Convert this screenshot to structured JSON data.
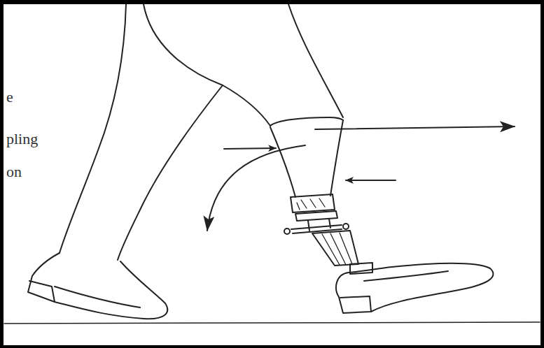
{
  "diagram": {
    "labels": [
      "e",
      "pling",
      "on"
    ]
  }
}
